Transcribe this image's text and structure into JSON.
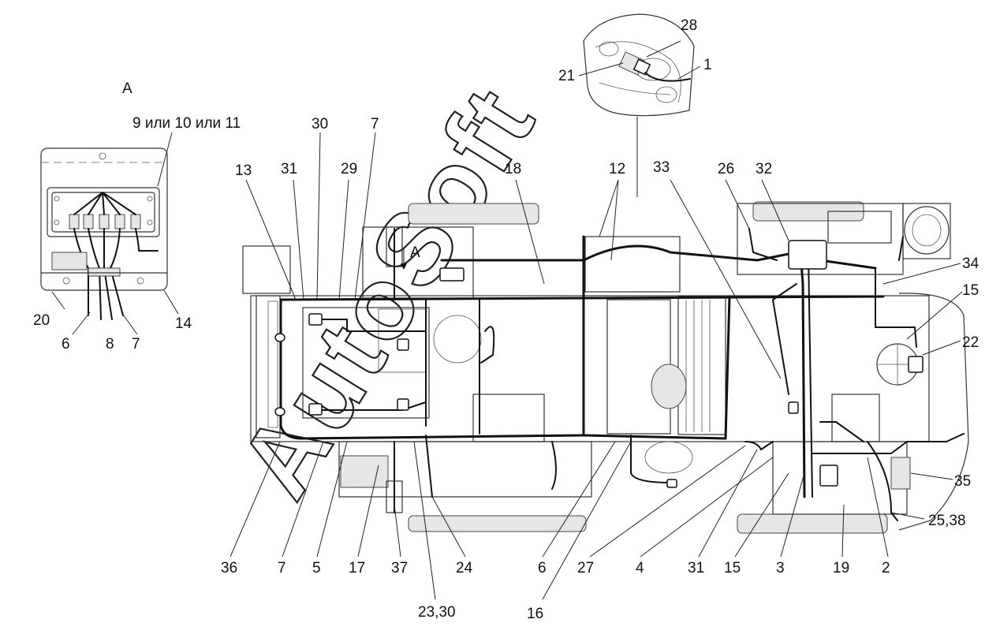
{
  "view_label": "A",
  "detail_title": "9 или 10 или 11",
  "watermark": "AutoSoft",
  "callouts": {
    "detail": [
      "20",
      "6",
      "8",
      "7",
      "14"
    ],
    "top_inset": [
      "28",
      "1",
      "21"
    ],
    "top_row": [
      "13",
      "31",
      "30",
      "29",
      "7",
      "18",
      "12",
      "33",
      "26",
      "32"
    ],
    "right_side": [
      "34",
      "15",
      "22",
      "35",
      "25,38"
    ],
    "bottom_row": [
      "36",
      "7",
      "5",
      "17",
      "37",
      "24",
      "6",
      "27",
      "4",
      "31",
      "15",
      "3",
      "19",
      "2"
    ],
    "bottom_extra": [
      "23,30",
      "16"
    ]
  }
}
